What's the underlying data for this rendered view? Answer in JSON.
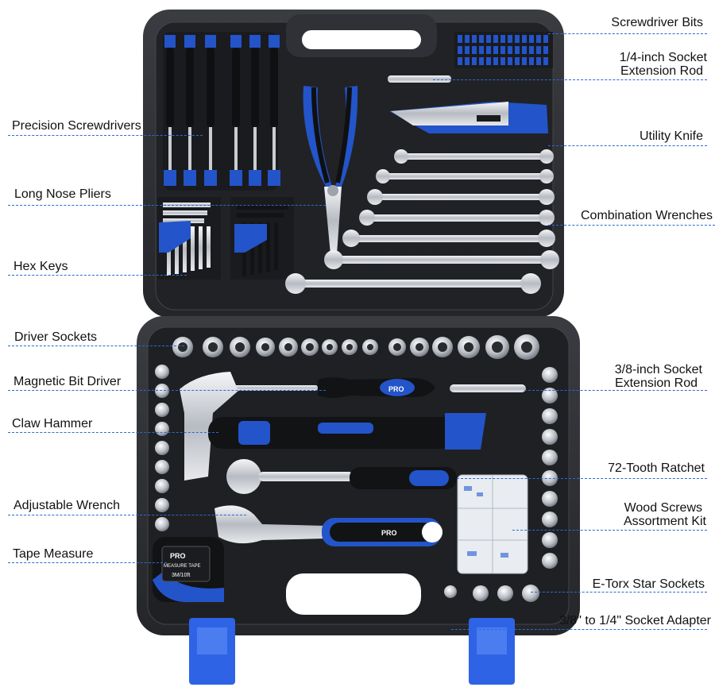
{
  "labels": {
    "screwdriver_bits": "Screwdriver Bits",
    "socket_extension_14_line1": "1/4-inch Socket",
    "socket_extension_14_line2": "Extension Rod",
    "precision_screwdrivers": "Precision Screwdrivers",
    "utility_knife": "Utility Knife",
    "long_nose_pliers": "Long Nose Pliers",
    "combination_wrenches": "Combination Wrenches",
    "hex_keys": "Hex Keys",
    "driver_sockets": "Driver Sockets",
    "magnetic_bit_driver": "Magnetic Bit Driver",
    "socket_extension_38_line1": "3/8-inch Socket",
    "socket_extension_38_line2": "Extension Rod",
    "claw_hammer": "Claw Hammer",
    "ratchet": "72-Tooth Ratchet",
    "adjustable_wrench": "Adjustable Wrench",
    "wood_screws_line1": "Wood Screws",
    "wood_screws_line2": "Assortment Kit",
    "tape_measure": "Tape Measure",
    "etorx_sockets": "E-Torx Star Sockets",
    "socket_adapter": "3/8\" to 1/4\" Socket Adapter"
  },
  "colors": {
    "case": "#2a2c30",
    "tray": "#1c1d20",
    "accent_blue": "#2354c9",
    "chrome": "#c9ccd1",
    "leader": "#2b6ad6"
  },
  "product_text": {
    "brand": "PRO",
    "tape_label": "MEASURE TAPE",
    "tape_size": "3M/10ft"
  }
}
